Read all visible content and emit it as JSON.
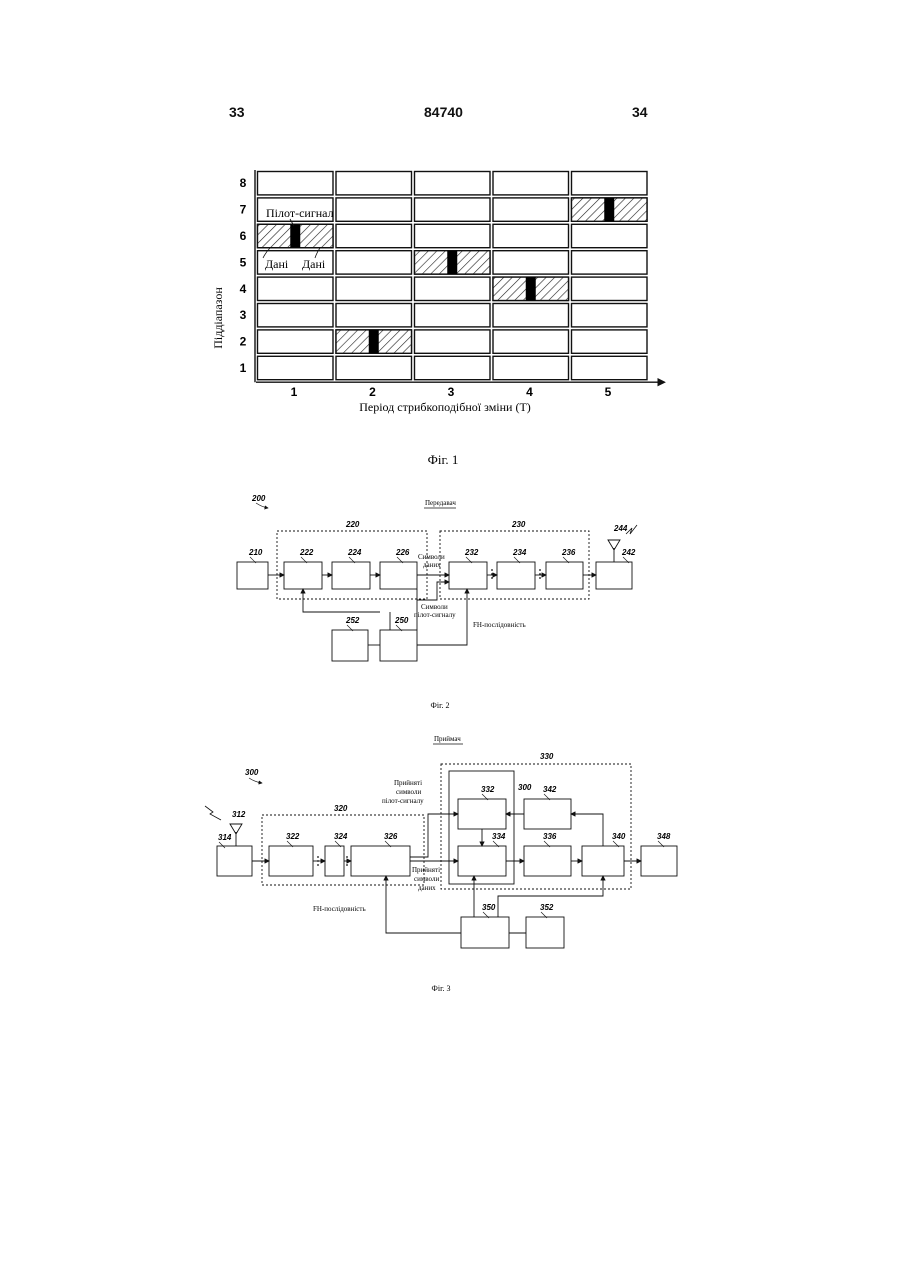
{
  "header": {
    "left_page": "33",
    "patent_number": "84740",
    "right_page": "34"
  },
  "fig1": {
    "caption": "Фіг. 1",
    "ylabel": "Піддіапазон",
    "xlabel": "Період стрибкоподібної зміни (T)",
    "yticks": [
      "1",
      "2",
      "3",
      "4",
      "5",
      "6",
      "7",
      "8"
    ],
    "xticks": [
      "1",
      "2",
      "3",
      "4",
      "5"
    ],
    "pilot_label": "Пілот-сигнал",
    "data_left": "Дані",
    "data_right": "Дані",
    "hops": [
      [
        1,
        6
      ],
      [
        2,
        2
      ],
      [
        3,
        5
      ],
      [
        4,
        4
      ],
      [
        5,
        7
      ]
    ]
  },
  "fig2": {
    "caption": "Фіг. 2",
    "title": "Передавач",
    "ref_main": "200",
    "group1": "220",
    "group2": "230",
    "blocks": [
      "210",
      "222",
      "224",
      "226",
      "232",
      "234",
      "236",
      "242",
      "252",
      "250"
    ],
    "antenna": "244",
    "label_data": [
      "Символи",
      "даних"
    ],
    "label_pilot": [
      "Символи",
      "пілот-сигналу"
    ],
    "label_fh": "FH-послідовність"
  },
  "fig3": {
    "caption": "Фіг. 3",
    "title": "Приймач",
    "ref_main": "300",
    "group1": "320",
    "group2": "330",
    "subgroup": "300",
    "blocks": [
      "314",
      "322",
      "324",
      "326",
      "332",
      "342",
      "334",
      "336",
      "340",
      "348",
      "350",
      "352"
    ],
    "antenna": "312",
    "label_pilot": [
      "Прийняті",
      "символи",
      "пілот-сигналу"
    ],
    "label_data": [
      "Прийняті",
      "символи",
      "даних"
    ],
    "label_fh": "FH-послідовність"
  }
}
